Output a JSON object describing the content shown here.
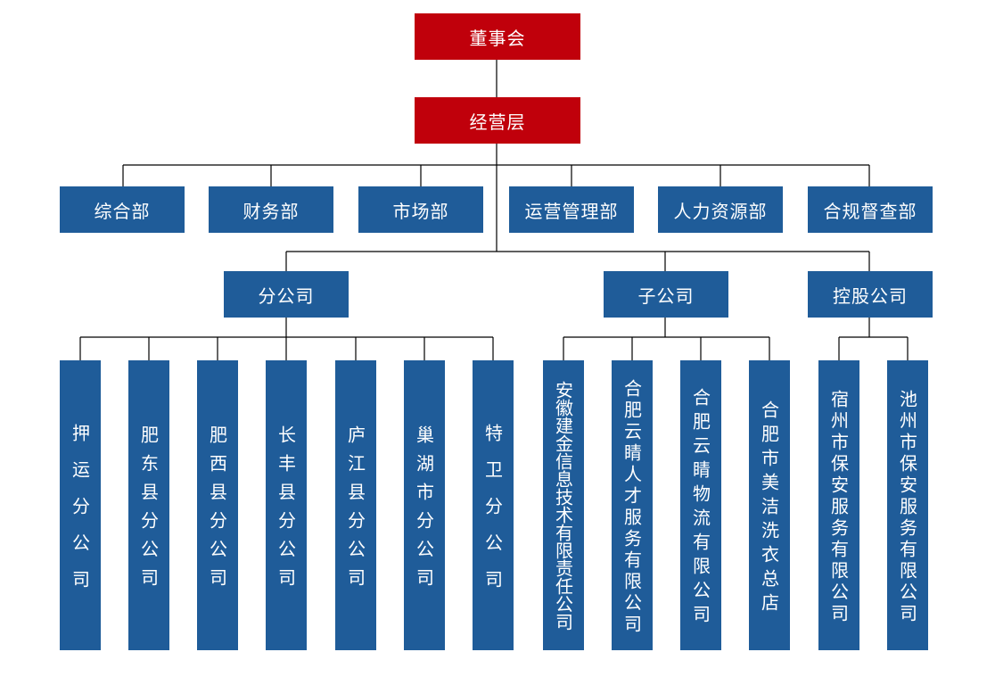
{
  "top": {
    "board": "董事会",
    "management": "经营层"
  },
  "departments": [
    "综合部",
    "财务部",
    "市场部",
    "运营管理部",
    "人力资源部",
    "合规督查部"
  ],
  "groups": {
    "branch": "分公司",
    "subsidiary": "子公司",
    "holding": "控股公司"
  },
  "branches": [
    "押运分公司",
    "肥东县分公司",
    "肥西县分公司",
    "长丰县分公司",
    "庐江县分公司",
    "巢湖市分公司",
    "特卫分公司"
  ],
  "subsidiaries": [
    "安徽建金信息技术有限责任公司",
    "合肥云睛人才服务有限公司",
    "合肥云睛物流有限公司",
    "合肥市美洁洗衣总店"
  ],
  "holdings": [
    "宿州市保安服务有限公司",
    "池州市保安服务有限公司"
  ],
  "colors": {
    "top_fill": "#c0000b",
    "node_fill": "#1f5c99",
    "line": "#000000"
  }
}
